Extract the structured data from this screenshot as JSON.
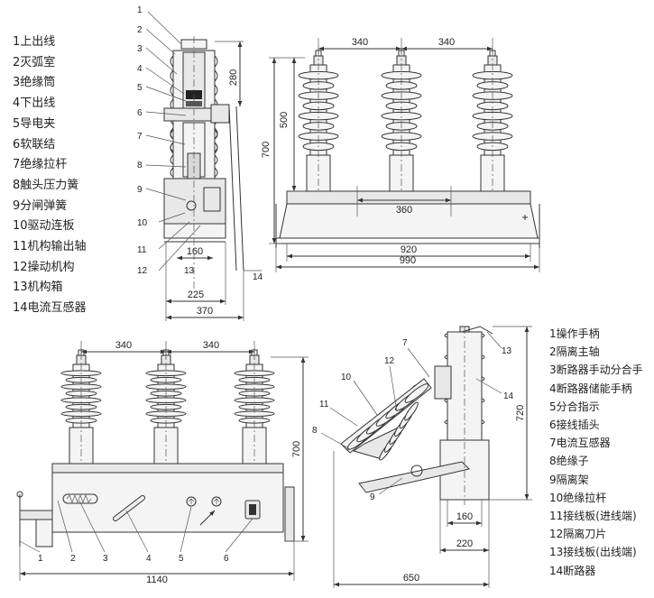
{
  "legend_top_left": [
    {
      "label": "1上出线"
    },
    {
      "label": "2灭弧室"
    },
    {
      "label": "3绝缘筒"
    },
    {
      "label": "4下出线"
    },
    {
      "label": "5导电夹"
    },
    {
      "label": "6软联结"
    },
    {
      "label": "7绝缘拉杆"
    },
    {
      "label": "8触头压力簧"
    },
    {
      "label": "9分闸弹簧"
    },
    {
      "label": "10驱动连板"
    },
    {
      "label": "11机构输出轴"
    },
    {
      "label": "12操动机构"
    },
    {
      "label": "13机构箱"
    },
    {
      "label": "14电流互感器"
    }
  ],
  "legend_bottom_right": [
    {
      "label": "1操作手柄"
    },
    {
      "label": "2隔离主轴"
    },
    {
      "label": "3断路器手动分合手"
    },
    {
      "label": "4断路器储能手柄"
    },
    {
      "label": "5分合指示"
    },
    {
      "label": "6接线插头"
    },
    {
      "label": "7电流互感器"
    },
    {
      "label": "8绝缘子"
    },
    {
      "label": "9隔离架"
    },
    {
      "label": "10绝缘拉杆"
    },
    {
      "label": "11接线板(进线端)"
    },
    {
      "label": "12隔离刀片"
    },
    {
      "label": "13接线板(出线端)"
    },
    {
      "label": "14断路器"
    }
  ],
  "section_view": {
    "callouts": [
      "1",
      "2",
      "3",
      "4",
      "5",
      "6",
      "7",
      "8",
      "9",
      "10",
      "11",
      "12",
      "13",
      "14"
    ],
    "dims": {
      "top": "280",
      "d160": "160",
      "d13": "13",
      "d225": "225",
      "d370": "370"
    }
  },
  "front_view_top": {
    "dims": {
      "pitch_a": "340",
      "pitch_b": "340",
      "height_pole": "500",
      "height_total": "700",
      "inner": "360",
      "width_frame": "920",
      "width_total": "990"
    }
  },
  "front_view_bottom": {
    "callouts": [
      "1",
      "2",
      "3",
      "4",
      "5",
      "6"
    ],
    "dims": {
      "pitch_a": "340",
      "pitch_b": "340",
      "height": "700",
      "width": "1140"
    }
  },
  "side_view": {
    "callouts": [
      "7",
      "12",
      "10",
      "11",
      "8",
      "9",
      "13",
      "14"
    ],
    "dims": {
      "height": "720",
      "d160": "160",
      "d220": "220",
      "d650": "650"
    }
  }
}
